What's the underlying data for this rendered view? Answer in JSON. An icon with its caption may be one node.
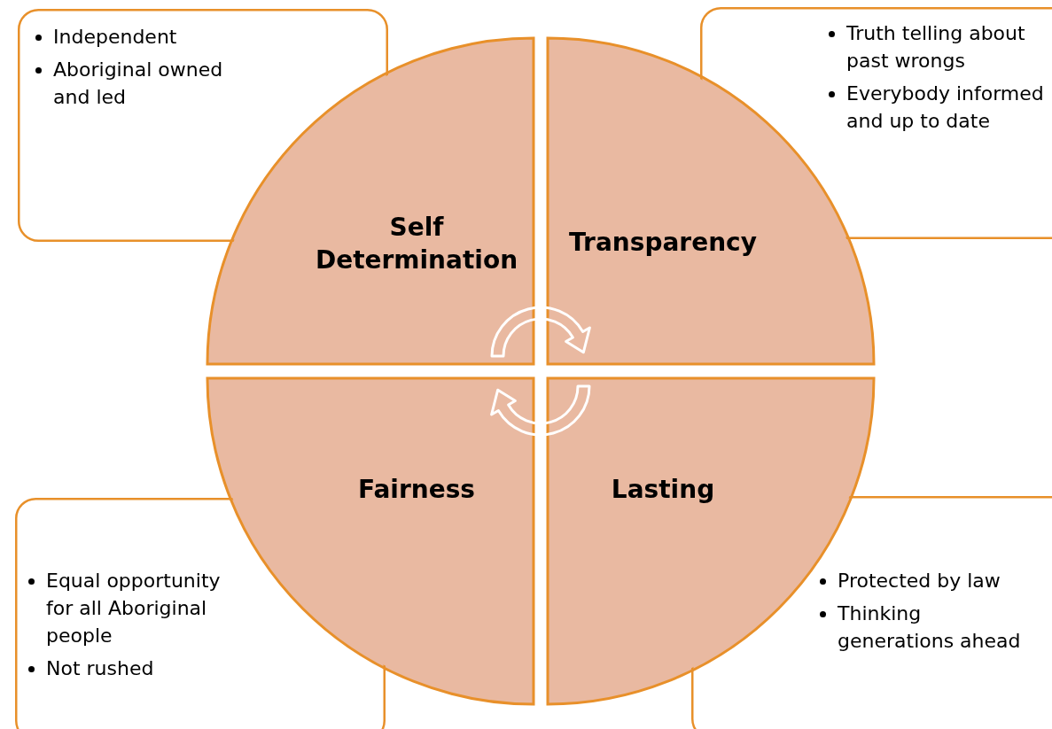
{
  "diagram": {
    "nodes": [
      {
        "text": [
          "Independent",
          "Aboriginal owned and led"
        ]
      },
      {
        "text": [
          "Truth telling about past wrongs",
          "Everybody informed and up to date"
        ]
      },
      {
        "text": [
          "Equal opportunity for all Aboriginal people",
          "Not rushed"
        ]
      },
      {
        "text": [
          "Protected by law",
          "Thinking generations ahead"
        ]
      },
      {
        "text": [
          "Self Determination"
        ]
      },
      {
        "text": [
          "Transparency"
        ]
      },
      {
        "text": [
          "Fairness"
        ]
      },
      {
        "text": [
          "Lasting"
        ]
      }
    ],
    "edges": []
  }
}
